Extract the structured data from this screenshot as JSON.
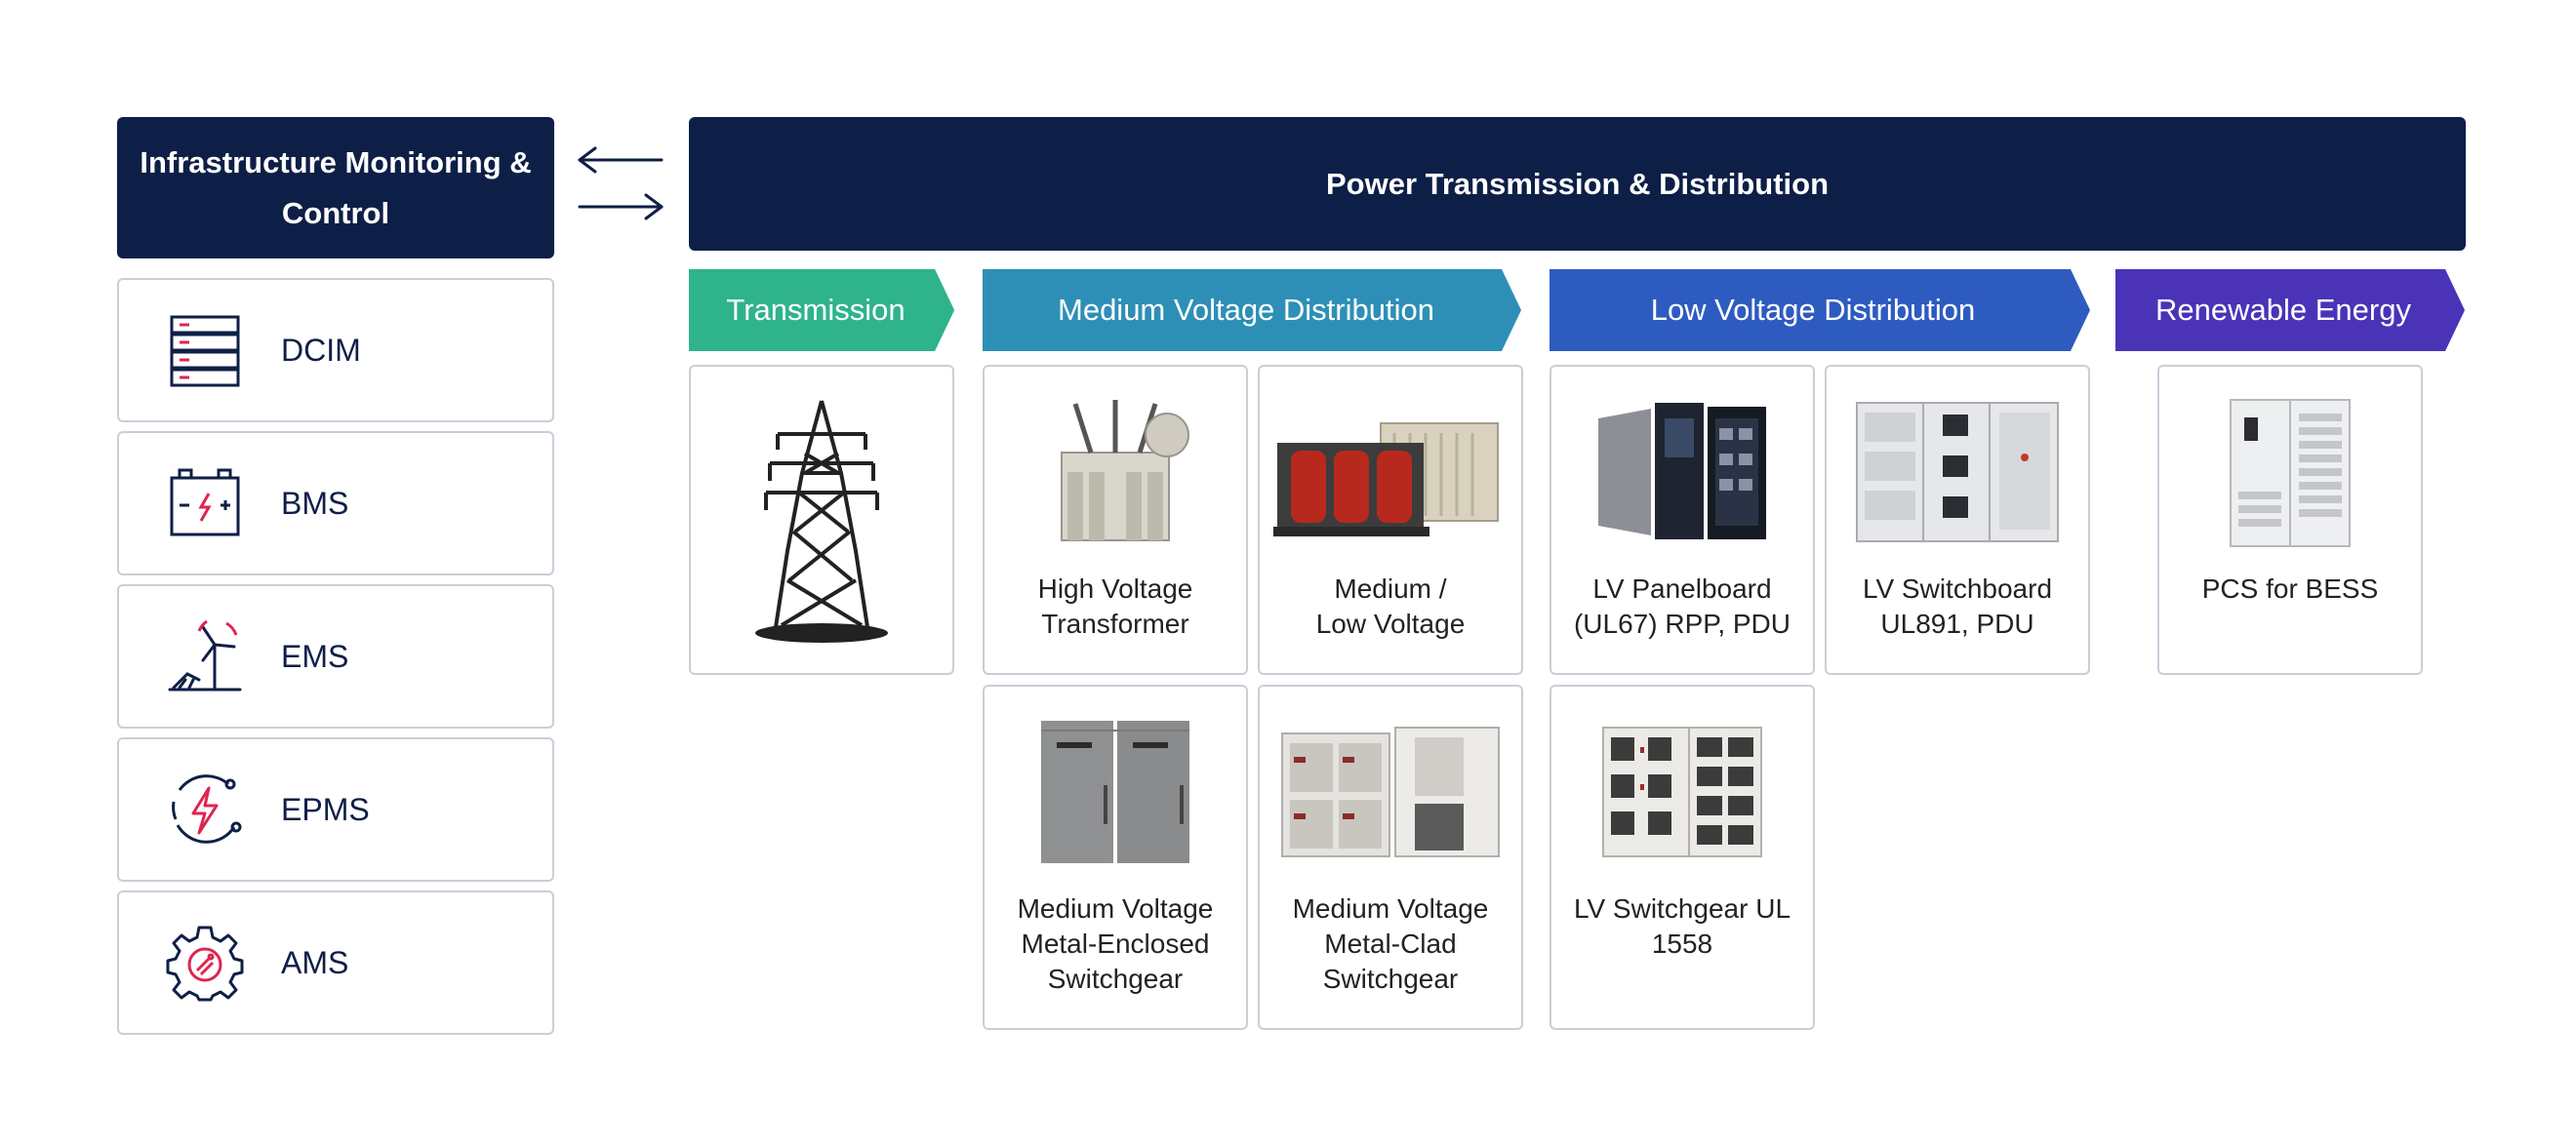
{
  "left_panel": {
    "title": "Infrastructure Monitoring & Control",
    "items": [
      {
        "label": "DCIM",
        "icon": "server-rack-icon"
      },
      {
        "label": "BMS",
        "icon": "battery-icon"
      },
      {
        "label": "EMS",
        "icon": "wind-solar-icon"
      },
      {
        "label": "EPMS",
        "icon": "power-cycle-icon"
      },
      {
        "label": "AMS",
        "icon": "gear-circuit-icon"
      }
    ]
  },
  "main": {
    "title": "Power Transmission & Distribution",
    "categories": [
      {
        "label": "Transmission",
        "color": "#2fb38a"
      },
      {
        "label": "Medium Voltage Distribution",
        "color": "#2e8fb6"
      },
      {
        "label": "Low Voltage Distribution",
        "color": "#2e5bc0"
      },
      {
        "label": "Renewable Energy",
        "color": "#4b33b8"
      }
    ],
    "products": [
      {
        "label": ""
      },
      {
        "label": "High Voltage\nTransformer"
      },
      {
        "label": "Medium /\nLow Voltage"
      },
      {
        "label": "LV Panelboard\n(UL67) RPP, PDU"
      },
      {
        "label": "LV Switchboard\nUL891, PDU"
      },
      {
        "label": "PCS for BESS"
      },
      {
        "label": "Medium Voltage\nMetal-Enclosed\nSwitchgear"
      },
      {
        "label": "Medium Voltage\nMetal-Clad\nSwitchgear"
      },
      {
        "label": "LV Switchgear UL\n1558"
      }
    ]
  },
  "colors": {
    "navy": "#0e1f47",
    "accent_red": "#e0244f",
    "border": "#c9ced8"
  }
}
